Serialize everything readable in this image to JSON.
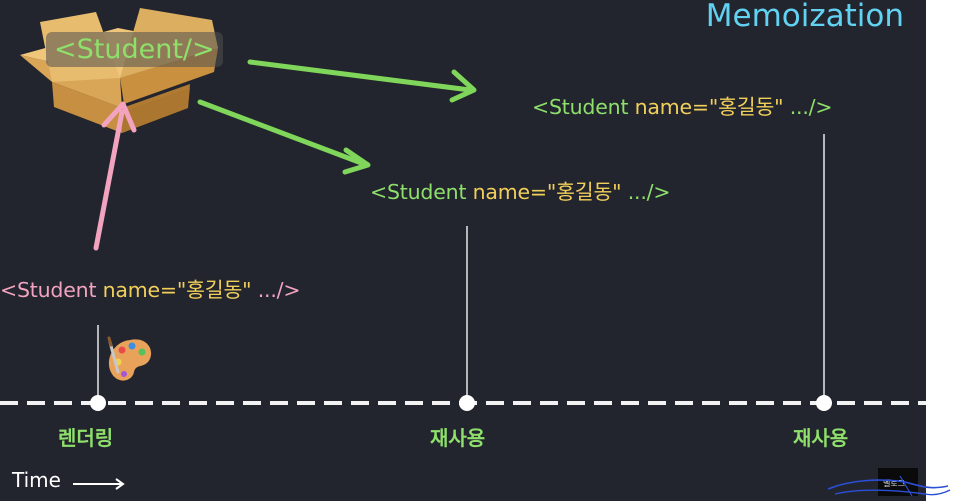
{
  "title": "Memoization",
  "box": {
    "label": "<Student/>"
  },
  "code_left": {
    "open": "<Student ",
    "attr": "name=",
    "value": "\"홍길동\"",
    "rest": " .../>"
  },
  "code_mid": {
    "open": "<Student ",
    "attr": "name=",
    "value": "\"홍길동\"",
    "rest": " .../>"
  },
  "code_right": {
    "open": "<Student ",
    "attr": "name=",
    "value": "\"홍길동\"",
    "rest": " .../>"
  },
  "markers": [
    {
      "label": "렌더링"
    },
    {
      "label": "재사용"
    },
    {
      "label": "재사용"
    }
  ],
  "axis": {
    "label": "Time"
  },
  "colors": {
    "background": "#23252e",
    "title": "#62d2f2",
    "green": "#8ee06b",
    "yellow": "#f1cf5a",
    "pink": "#f2a3bf"
  },
  "icons": [
    "box-icon",
    "palette-icon",
    "arrow-right-icon"
  ],
  "corner_thumbnail": {
    "text": "벨로그"
  }
}
